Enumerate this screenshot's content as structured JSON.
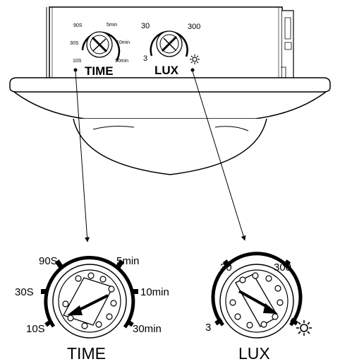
{
  "top": {
    "time_label": "TIME",
    "lux_label": "LUX",
    "time_ticks": [
      "90S",
      "5min",
      "30S",
      "10min",
      "10S",
      "30min"
    ],
    "lux_ticks": [
      "30",
      "300",
      "3"
    ]
  },
  "time_dial": {
    "label": "TIME",
    "ticks": [
      "90S",
      "5min",
      "30S",
      "10min",
      "10S",
      "30min"
    ]
  },
  "lux_dial": {
    "label": "LUX",
    "ticks": [
      "30",
      "300",
      "3"
    ],
    "max_icon": "sun-icon"
  }
}
